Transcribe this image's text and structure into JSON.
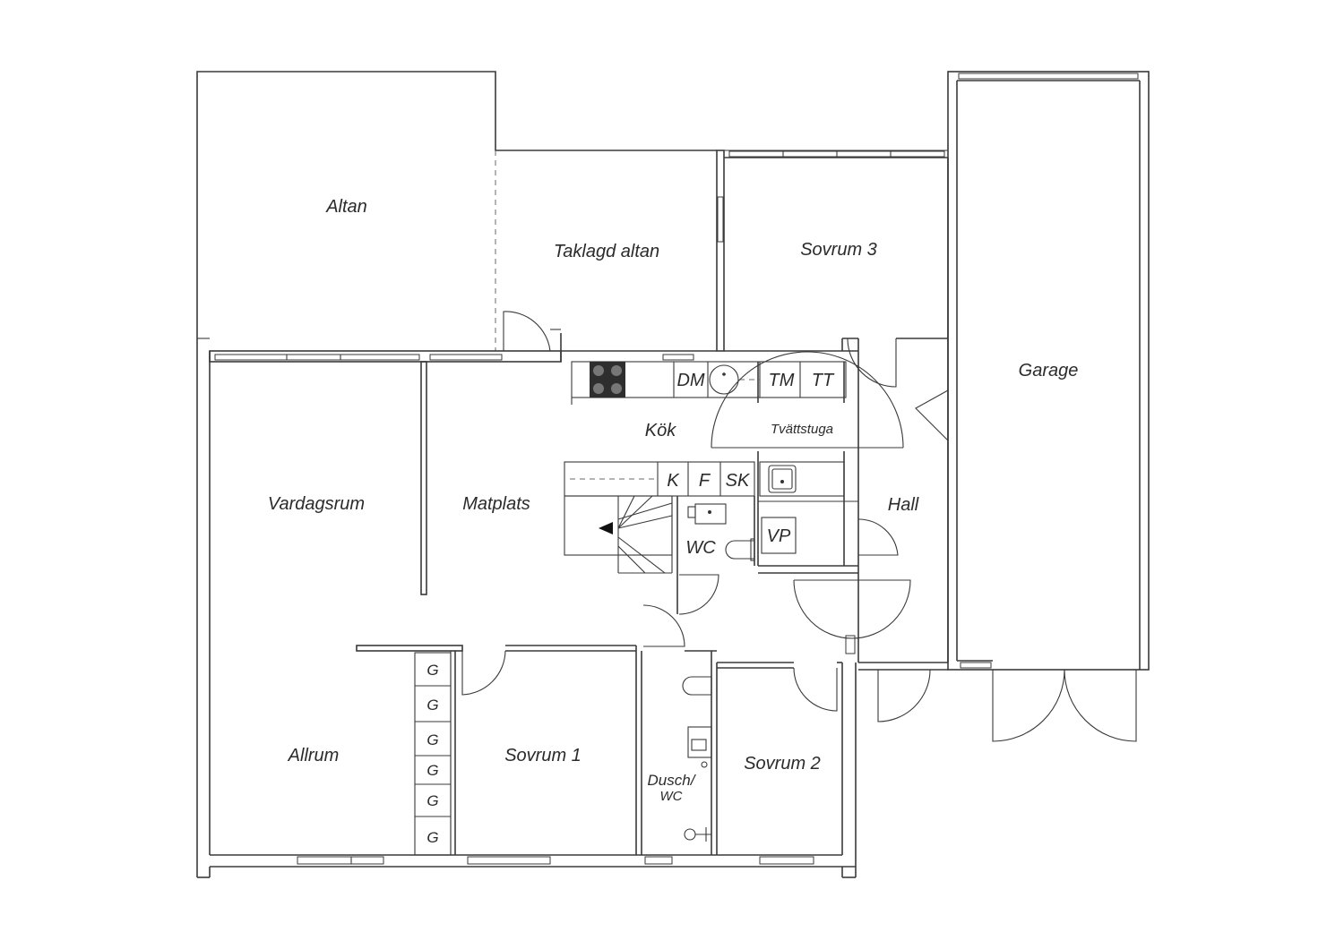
{
  "rooms": {
    "altan": "Altan",
    "taklagd_altan": "Taklagd altan",
    "sovrum3": "Sovrum 3",
    "garage": "Garage",
    "vardagsrum": "Vardagsrum",
    "matplats": "Matplats",
    "kok": "Kök",
    "tvattstuga": "Tvättstuga",
    "hall": "Hall",
    "wc": "WC",
    "allrum": "Allrum",
    "sovrum1": "Sovrum 1",
    "dusch_wc_line1": "Dusch/",
    "dusch_wc_line2": "WC",
    "sovrum2": "Sovrum 2"
  },
  "fixtures": {
    "dm": "DM",
    "tm": "TM",
    "tt": "TT",
    "k": "K",
    "f": "F",
    "sk": "SK",
    "vp": "VP",
    "g": "G"
  }
}
